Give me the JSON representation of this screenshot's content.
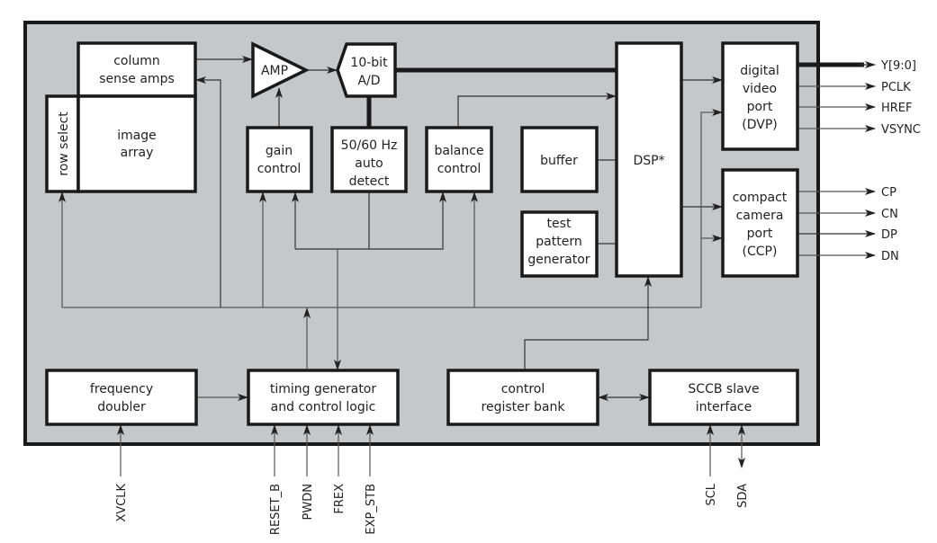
{
  "blocks": {
    "column_sense_amps": [
      "column",
      "sense amps"
    ],
    "row_select": "row select",
    "image_array": [
      "image",
      "array"
    ],
    "amp": "AMP",
    "adc": [
      "10-bit",
      "A/D"
    ],
    "gain_control": [
      "gain",
      "control"
    ],
    "auto_detect": [
      "50/60 Hz",
      "auto",
      "detect"
    ],
    "balance_control": [
      "balance",
      "control"
    ],
    "buffer": "buffer",
    "test_pattern": [
      "test",
      "pattern",
      "generator"
    ],
    "dsp": "DSP*",
    "dvp": [
      "digital",
      "video",
      "port",
      "(DVP)"
    ],
    "ccp": [
      "compact",
      "camera",
      "port",
      "(CCP)"
    ],
    "frequency_doubler": [
      "frequency",
      "doubler"
    ],
    "timing_generator": [
      "timing generator",
      "and control logic"
    ],
    "control_register_bank": [
      "control",
      "register bank"
    ],
    "sccb": [
      "SCCB slave",
      "interface"
    ]
  },
  "outputs": {
    "dvp": [
      "Y[9:0]",
      "PCLK",
      "HREF",
      "VSYNC"
    ],
    "ccp": [
      "CP",
      "CN",
      "DP",
      "DN"
    ]
  },
  "inputs": [
    "XVCLK",
    "RESET_B",
    "PWDN",
    "FREX",
    "EXP_STB",
    "SCL",
    "SDA"
  ],
  "colors": {
    "chip_background": "#c6c7c9",
    "block_fill": "#ffffff",
    "stroke": "#1a1a1a"
  }
}
